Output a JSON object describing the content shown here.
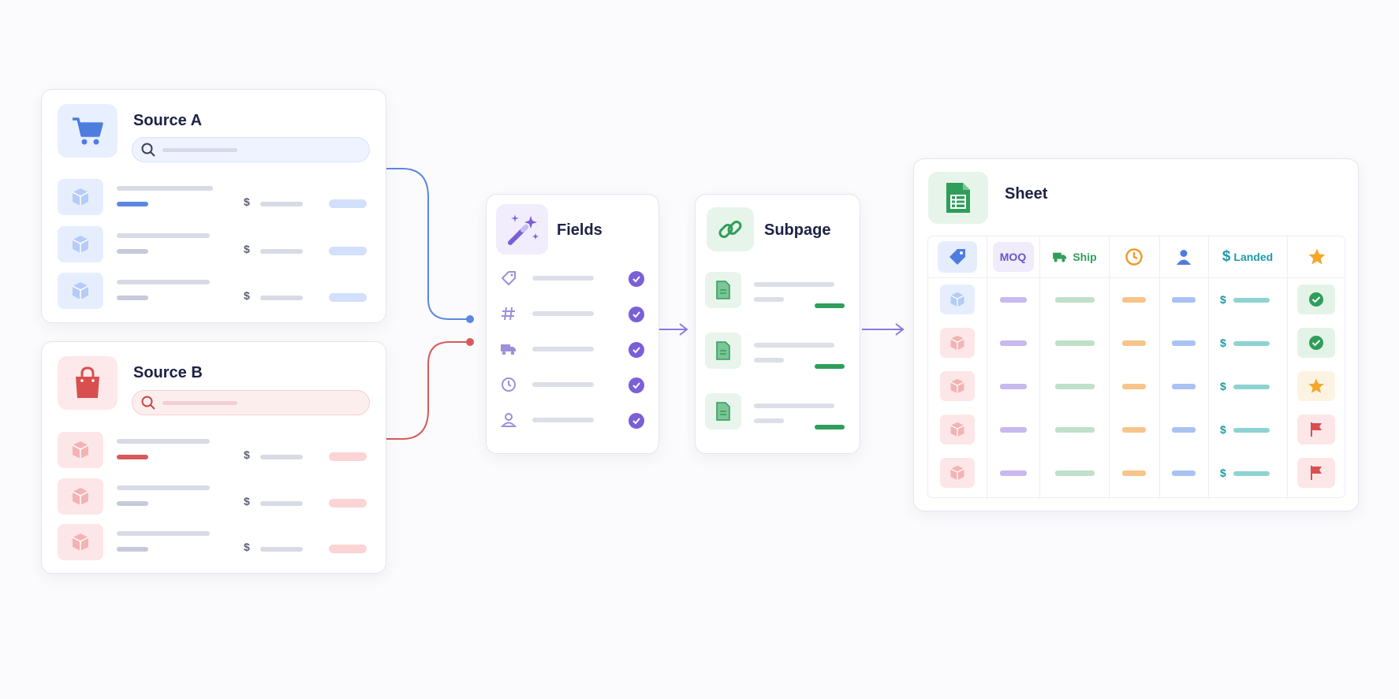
{
  "colors": {
    "blue": "#4e7de0",
    "red": "#d94f4f",
    "purple": "#7a5fd6",
    "green": "#2f9e5a",
    "orange": "#f29a2e",
    "teal": "#2fb3b3"
  },
  "source_a": {
    "title": "Source A",
    "icon": "shopping-cart-icon",
    "currency": [
      "$",
      "$",
      "$"
    ]
  },
  "source_b": {
    "title": "Source B",
    "icon": "shopping-bag-icon",
    "currency": [
      "$",
      "$",
      "$"
    ]
  },
  "fields": {
    "title": "Fields",
    "icon": "magic-wand-icon",
    "items": [
      "tag-icon",
      "hash-icon",
      "truck-icon",
      "clock-icon",
      "user-icon"
    ]
  },
  "subpage": {
    "title": "Subpage",
    "icon": "link-icon"
  },
  "sheet": {
    "title": "Sheet",
    "icon": "spreadsheet-icon",
    "headers": {
      "moq": "MOQ",
      "ship": "Ship",
      "landed": "Landed",
      "landed_symbol": "$"
    },
    "row_currency": [
      "$",
      "$",
      "$",
      "$",
      "$"
    ],
    "row_status": [
      "check",
      "check",
      "star",
      "flag",
      "flag"
    ]
  }
}
